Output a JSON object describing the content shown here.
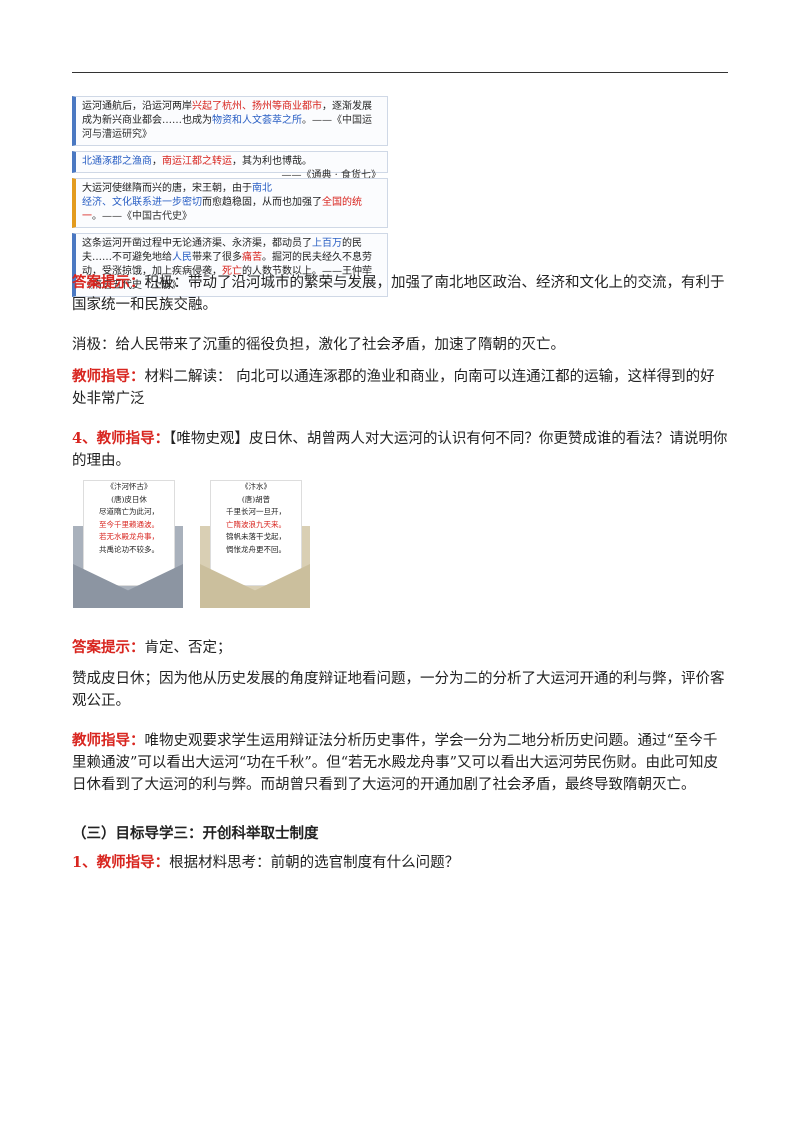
{
  "cards": [
    {
      "t1": "运河通航后，沿运河两岸",
      "t2": "兴起了杭州、扬州等商业都市",
      "t3": "，逐渐发展成为新兴商业都会……也成为",
      "t4": "物资和人文荟萃之所",
      "t5": "。——《中国运河与漕运研究》"
    },
    {
      "t1": "北通涿郡之渔商",
      "t2": "，",
      "t3": "南运江都之转运",
      "t4": "，其为利也博哉。",
      "t5": "——《通典 · 食货七》"
    },
    {
      "t1": "大运河使继隋而兴的唐，宋王朝，由于",
      "t2": "南北经济、文化联系进一步密切",
      "t3": "而愈趋稳固，从而也加强了",
      "t4": "全国的统一",
      "t5": "。——《中国古代史》"
    },
    {
      "t1": "这条运河开凿过程中无论通济渠、永济渠，都动员了",
      "t2": "上百万",
      "t3": "的民夫……不可避免地给",
      "t4": "人民",
      "t5": "带来了很多",
      "t6": "痛苦",
      "t7": "。掘河的民夫经久不息劳动，受涨掠饿，加上疾病侵袭，",
      "t8": "死亡",
      "t9": "的人数节数以上。——王仲荦《隋唐五代史 · 上册》"
    }
  ],
  "answer1": {
    "label": "答案提示：",
    "text": "积极：带动了沿河城市的繁荣与发展，加强了南北地区政治、经济和文化上的交流，有利于国家统一和民族交融。"
  },
  "negative": "消极：给人民带来了沉重的徭役负担，激化了社会矛盾，加速了隋朝的灭亡。",
  "guide1": {
    "label": "教师指导：",
    "text": "材料二解读：  向北可以通连涿郡的渔业和商业，向南可以连通江都的运输，这样得到的好处非常广泛"
  },
  "guide4": {
    "label": "4、教师指导：",
    "text": "【唯物史观】皮日休、胡曾两人对大运河的认识有何不同？你更赞成谁的看法？请说明你的理由。"
  },
  "poem1": {
    "title": "《汴河怀古》",
    "dynasty": "(唐)皮日休",
    "l1": "尽道隋亡为此河，",
    "l2": "至今千里赖通波。",
    "l3": "若无水殿龙舟事，",
    "l4": "共禹论功不较多。"
  },
  "poem2": {
    "title": "《汴水》",
    "dynasty": "(唐)胡曾",
    "l1": "千里长河一旦开，",
    "l2": "亡隋波浪九天来。",
    "l3": "锦帆未落干戈起，",
    "l4": "惆怅龙舟更不回。"
  },
  "answer2": {
    "label": "答案提示：",
    "text": "肯定、否定；"
  },
  "answer2_detail": "赞成皮日休；因为他从历史发展的角度辩证地看问题，一分为二的分析了大运河开通的利与弊，评价客观公正。",
  "guide2": {
    "label": "教师指导：",
    "text": "唯物史观要求学生运用辩证法分析历史事件，学会一分为二地分析历史问题。通过“至今千里赖通波”可以看出大运河“功在千秋”。但“若无水殿龙舟事”又可以看出大运河劳民伤财。由此可知皮日休看到了大运河的利与弊。而胡曾只看到了大运河的开通加剧了社会矛盾，最终导致隋朝灭亡。"
  },
  "section3": "（三）目标导学三：开创科举取士制度",
  "guide3": {
    "label": "1、教师指导：",
    "text": "根据材料思考：前朝的选官制度有什么问题？"
  }
}
